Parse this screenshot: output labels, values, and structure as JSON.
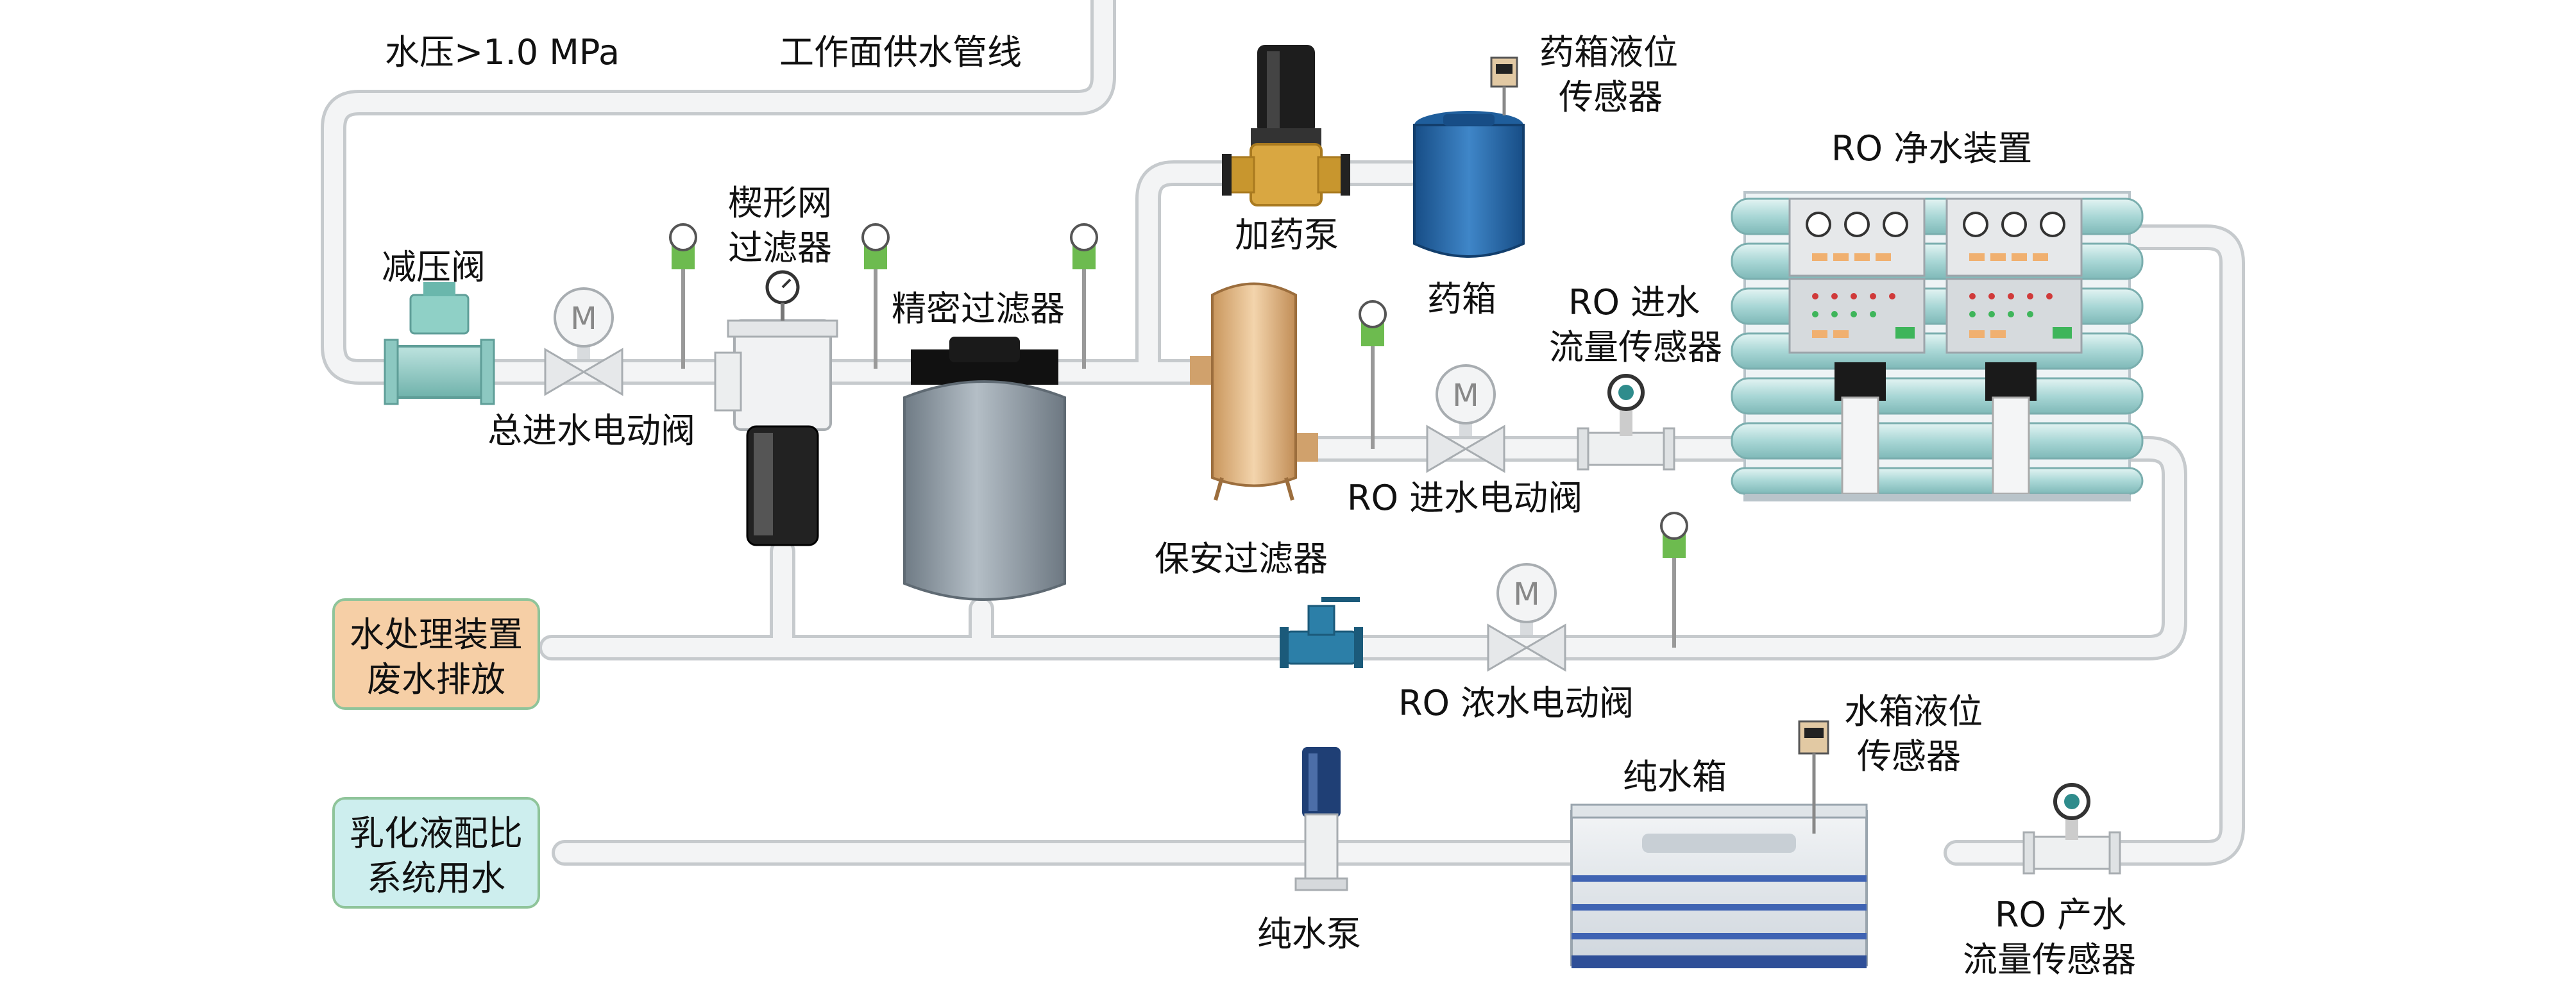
{
  "labels": {
    "water_pressure": "水压>1.0 MPa",
    "work_supply_line": "工作面供水管线",
    "pressure_reducing_valve": "减压阀",
    "main_inlet_valve": "总进水电动阀",
    "wedge_filter_1": "楔形网",
    "wedge_filter_2": "过滤器",
    "precision_filter": "精密过滤器",
    "dosing_pump": "加药泵",
    "chem_tank": "药箱",
    "chem_level_sensor_1": "药箱液位",
    "chem_level_sensor_2": "传感器",
    "ro_unit": "RO 净水装置",
    "ro_inlet_flow_1": "RO 进水",
    "ro_inlet_flow_2": "流量传感器",
    "security_filter": "保安过滤器",
    "ro_inlet_valve": "RO 进水电动阀",
    "ro_concentrate_valve": "RO 浓水电动阀",
    "water_tank_level_1": "水箱液位",
    "water_tank_level_2": "传感器",
    "pure_water_tank": "纯水箱",
    "pure_water_pump": "纯水泵",
    "ro_product_flow_1": "RO 产水",
    "ro_product_flow_2": "流量传感器",
    "gauge_letter": "M"
  },
  "boxes": {
    "waste_discharge_1": "水处理装置",
    "waste_discharge_2": "废水排放",
    "emulsion_supply_1": "乳化液配比",
    "emulsion_supply_2": "系统用水"
  },
  "colors": {
    "pipe": "#eeeeee",
    "pipe_edge": "#c8ccd0",
    "waste_box": "#f6cfa6",
    "waste_box_border": "#8fc49a",
    "emulsion_box": "#cdeeee",
    "emulsion_box_border": "#8fc49a",
    "ro_frame": "#dfe6ea",
    "ro_tube": "#a9d7d6",
    "chem_tank": "#1f63a7",
    "security_filter": "#e8c49a",
    "precision_filter": "#8f9aa4",
    "dosing_pump": "#d9a741",
    "sensor_green": "#6dbb4f"
  }
}
